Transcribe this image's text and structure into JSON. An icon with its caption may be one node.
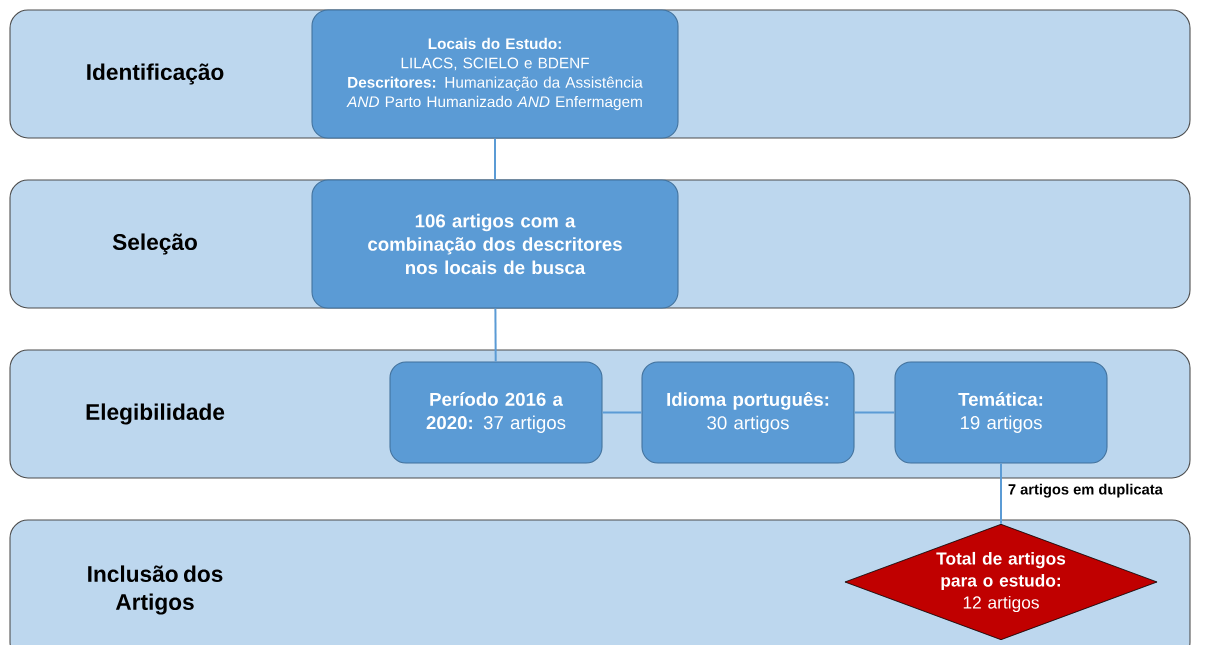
{
  "diagram": {
    "nodes": [
      {
        "text": [
          "Identificação"
        ]
      },
      {
        "text": [
          "Seleção"
        ]
      },
      {
        "text": [
          "Elegibilidade"
        ]
      },
      {
        "text": [
          "Inclusão dos Artigos"
        ]
      },
      {
        "text": [
          "**Locais do Estudo:** LILACS, SCIELO e BDENF",
          "**Descritores:** Humanização da Assistência *AND* Parto Humanizado *AND* Enfermagem"
        ],
        "in": 0
      },
      {
        "text": [
          "106 artigos com a combinação dos descritores nos locais de busca"
        ],
        "in": 1
      },
      {
        "text": [
          "**Período 2016 a 2020:** 37 artigos"
        ],
        "in": 2
      },
      {
        "text": [
          "**Idioma português:** 30 artigos"
        ],
        "in": 2
      },
      {
        "text": [
          "**Temática:** 19 artigos"
        ],
        "in": 2
      },
      {
        "text": [
          "**Total de artigos para o estudo:** 12 artigos"
        ],
        "in": 3
      }
    ],
    "edges": [
      {
        "from": 4,
        "to": 5,
        "arrow": "none"
      },
      {
        "from": 5,
        "to": 6,
        "arrow": "none"
      },
      {
        "from": 6,
        "to": 7,
        "arrow": "none"
      },
      {
        "from": 7,
        "to": 8,
        "arrow": "none"
      },
      {
        "from": 8,
        "to": 9,
        "arrow": "none",
        "label": "7 artigos em duplicata"
      }
    ]
  }
}
